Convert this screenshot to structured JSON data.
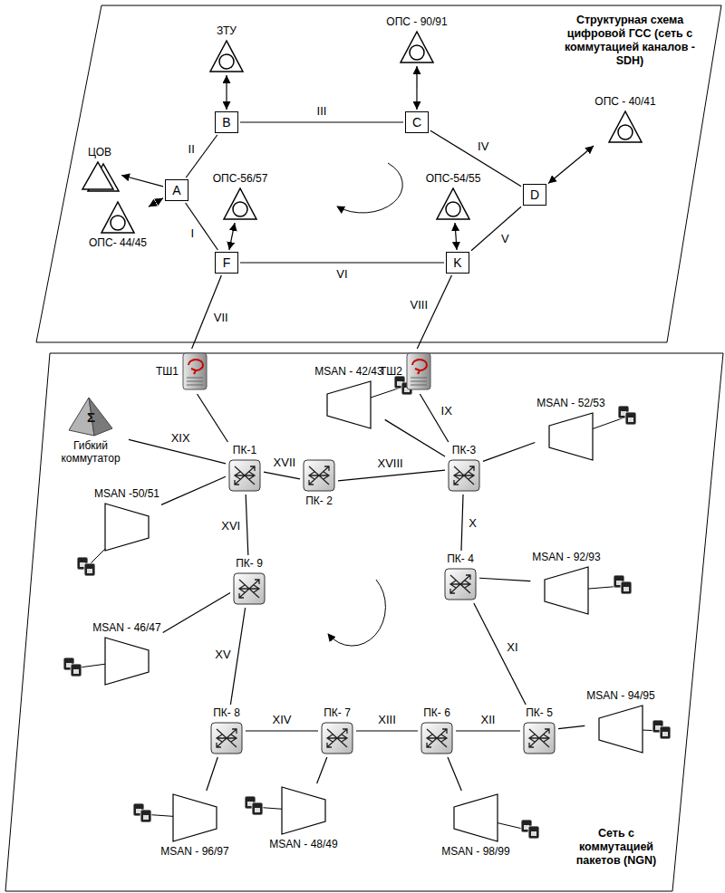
{
  "diagram": {
    "nodes": [
      {
        "text": [
          "Структурная схема цифровой ГСС (сеть с коммутацией каналов - SDH)"
        ]
      },
      {
        "text": [
          "ЗТУ"
        ],
        "in": 0
      },
      {
        "text": [
          "B"
        ],
        "in": 0
      },
      {
        "text": [
          "ОПС - 90/91"
        ],
        "in": 0
      },
      {
        "text": [
          "C"
        ],
        "in": 0
      },
      {
        "text": [
          "ОПС - 40/41"
        ],
        "in": 0
      },
      {
        "text": [
          "A"
        ],
        "in": 0
      },
      {
        "text": [
          "D"
        ],
        "in": 0
      },
      {
        "text": [
          "ЦОВ"
        ],
        "in": 0
      },
      {
        "text": [
          "ОПС- 44/45"
        ],
        "in": 0
      },
      {
        "text": [
          "ОПС-56/57"
        ],
        "in": 0
      },
      {
        "text": [
          "ОПС-54/55"
        ],
        "in": 0
      },
      {
        "text": [
          "F"
        ],
        "in": 0
      },
      {
        "text": [
          "K"
        ],
        "in": 0
      },
      {
        "text": [
          "Сеть с коммутацией пакетов (NGN)"
        ]
      },
      {
        "text": [
          "ТШ1"
        ],
        "in": 14
      },
      {
        "text": [
          "ТШ2"
        ],
        "in": 14
      },
      {
        "text": [
          "Σ",
          "Гибкий коммутатор"
        ],
        "in": 14
      },
      {
        "text": [
          "MSAN - 42/43"
        ],
        "in": 14
      },
      {
        "text": [
          "ПК-1"
        ],
        "in": 14
      },
      {
        "text": [
          "ПК- 2"
        ],
        "in": 14
      },
      {
        "text": [
          "ПК-3"
        ],
        "in": 14
      },
      {
        "text": [
          "MSAN - 52/53"
        ],
        "in": 14
      },
      {
        "text": [
          "MSAN -50/51"
        ],
        "in": 14
      },
      {
        "text": [
          "ПК- 4"
        ],
        "in": 14
      },
      {
        "text": [
          "MSAN - 92/93"
        ],
        "in": 14
      },
      {
        "text": [
          "ПК- 9"
        ],
        "in": 14
      },
      {
        "text": [
          "MSAN - 46/47"
        ],
        "in": 14
      },
      {
        "text": [
          "ПК- 8"
        ],
        "in": 14
      },
      {
        "text": [
          "ПК- 7"
        ],
        "in": 14
      },
      {
        "text": [
          "ПК- 6"
        ],
        "in": 14
      },
      {
        "text": [
          "ПК- 5"
        ],
        "in": 14
      },
      {
        "text": [
          "MSAN - 94/95"
        ],
        "in": 14
      },
      {
        "text": [
          "MSAN - 96/97"
        ],
        "in": 14
      },
      {
        "text": [
          "MSAN - 48/49"
        ],
        "in": 14
      },
      {
        "text": [
          "MSAN - 98/99"
        ],
        "in": 14
      }
    ],
    "edges": [
      {
        "from": 6,
        "to": 2,
        "arrow": "none",
        "label": "II"
      },
      {
        "from": 2,
        "to": 4,
        "arrow": "none",
        "label": "III"
      },
      {
        "from": 4,
        "to": 7,
        "arrow": "none",
        "label": "IV"
      },
      {
        "from": 7,
        "to": 13,
        "arrow": "none",
        "label": "V"
      },
      {
        "from": 13,
        "to": 12,
        "arrow": "none",
        "label": "VI"
      },
      {
        "from": 12,
        "to": 6,
        "arrow": "none",
        "label": "I"
      },
      {
        "from": 1,
        "to": 2,
        "arrow": "both"
      },
      {
        "from": 3,
        "to": 4,
        "arrow": "both"
      },
      {
        "from": 5,
        "to": 7,
        "arrow": "both"
      },
      {
        "from": 6,
        "to": 8,
        "arrow": "to"
      },
      {
        "from": 9,
        "to": 6,
        "arrow": "both"
      },
      {
        "from": 10,
        "to": 12,
        "arrow": "both"
      },
      {
        "from": 11,
        "to": 13,
        "arrow": "both"
      },
      {
        "from": 12,
        "to": 15,
        "arrow": "none",
        "label": "VII"
      },
      {
        "from": 13,
        "to": 16,
        "arrow": "none",
        "label": "VIII"
      },
      {
        "from": 15,
        "to": 19,
        "arrow": "none"
      },
      {
        "from": 16,
        "to": 21,
        "arrow": "none",
        "label": "IX"
      },
      {
        "from": 17,
        "to": 19,
        "arrow": "none",
        "label": "XIX"
      },
      {
        "from": 19,
        "to": 20,
        "arrow": "none",
        "label": "XVII"
      },
      {
        "from": 20,
        "to": 21,
        "arrow": "none",
        "label": "XVIII"
      },
      {
        "from": 21,
        "to": 24,
        "arrow": "none",
        "label": "X"
      },
      {
        "from": 24,
        "to": 31,
        "arrow": "none",
        "label": "XI"
      },
      {
        "from": 31,
        "to": 30,
        "arrow": "none",
        "label": "XII"
      },
      {
        "from": 30,
        "to": 29,
        "arrow": "none",
        "label": "XIII"
      },
      {
        "from": 29,
        "to": 28,
        "arrow": "none",
        "label": "XIV"
      },
      {
        "from": 28,
        "to": 26,
        "arrow": "none",
        "label": "XV"
      },
      {
        "from": 26,
        "to": 19,
        "arrow": "none",
        "label": "XVI"
      },
      {
        "from": 18,
        "to": 21,
        "arrow": "none"
      },
      {
        "from": 22,
        "to": 21,
        "arrow": "none"
      },
      {
        "from": 23,
        "to": 19,
        "arrow": "none"
      },
      {
        "from": 25,
        "to": 24,
        "arrow": "none"
      },
      {
        "from": 27,
        "to": 26,
        "arrow": "none"
      },
      {
        "from": 32,
        "to": 31,
        "arrow": "none"
      },
      {
        "from": 33,
        "to": 28,
        "arrow": "none"
      },
      {
        "from": 34,
        "to": 29,
        "arrow": "none"
      },
      {
        "from": 35,
        "to": 30,
        "arrow": "none"
      }
    ]
  }
}
